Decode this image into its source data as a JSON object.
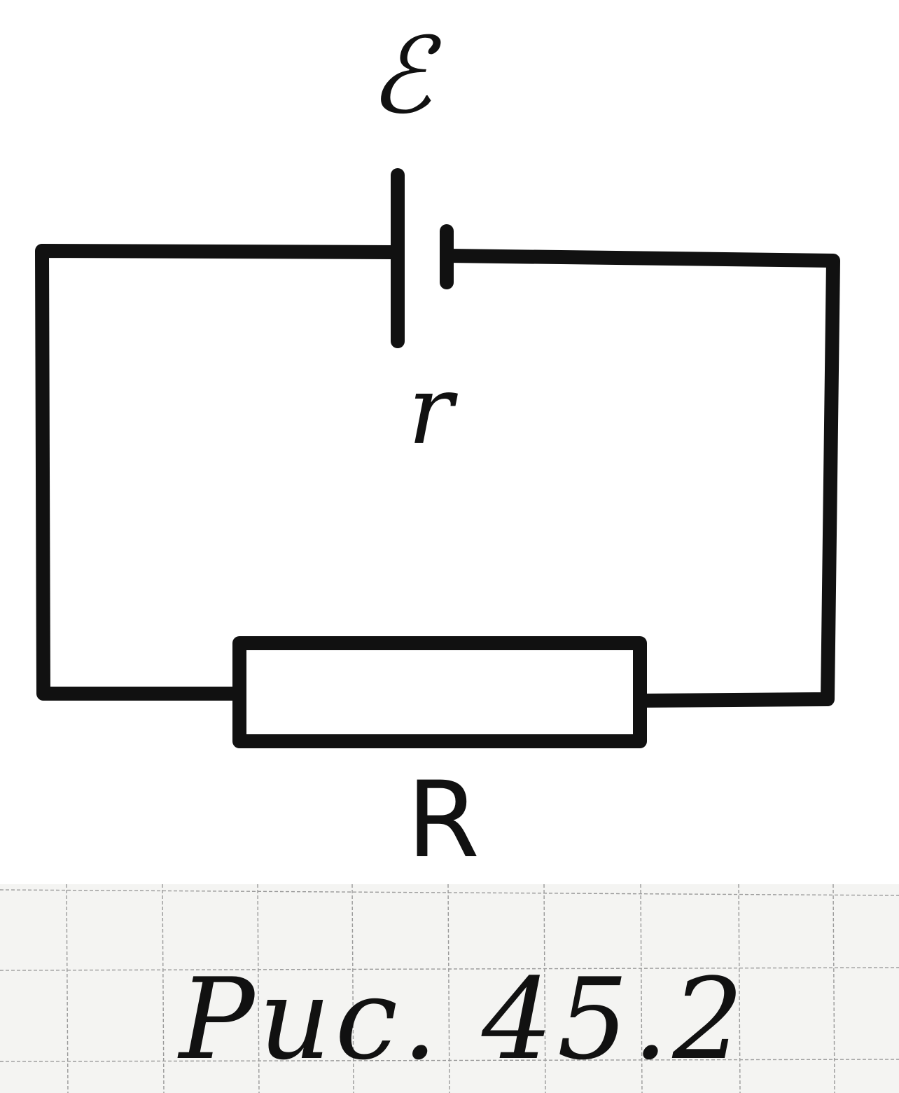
{
  "diagram": {
    "battery": {
      "emf_symbol": "ℰ",
      "internal_resistance_symbol": "r"
    },
    "resistor": {
      "symbol": "R"
    },
    "caption": "Рис. 45.2"
  },
  "colors": {
    "ink": "#111111",
    "paper": "#ffffff",
    "grid": "#9a9a9a"
  }
}
